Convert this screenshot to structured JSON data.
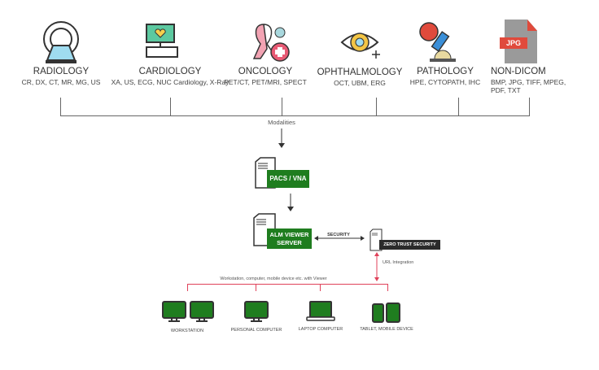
{
  "modalities": [
    {
      "title": "RADIOLOGY",
      "sub": "CR, DX, CT, MR, MG, US",
      "icon": "ct-scanner-icon"
    },
    {
      "title": "CARDIOLOGY",
      "sub": "XA, US, ECG, NUC Cardiology, X-Ray",
      "icon": "heart-monitor-icon"
    },
    {
      "title": "ONCOLOGY",
      "sub": "PET/CT, PET/MRI, SPECT",
      "icon": "ribbon-icon"
    },
    {
      "title": "OPHTHALMOLOGY",
      "sub": "OCT, UBM, ERG",
      "icon": "eye-icon"
    },
    {
      "title": "PATHOLOGY",
      "sub": "HPE, CYTOPATH, IHC",
      "icon": "microscope-icon"
    },
    {
      "title": "NON-DICOM",
      "sub": "BMP, JPG, TIFF, MPEG, PDF, TXT",
      "icon": "jpg-file-icon",
      "file_badge": "JPG"
    }
  ],
  "modalities_label": "Modalities",
  "pacs_label": "PACS / VNA",
  "alm_label": "ALM VIEWER SERVER",
  "security_label": "SECURITY",
  "zero_trust_label": "ZERO TRUST SECURITY",
  "url_integration_label": "URL Integration",
  "devices_caption": "Workstation, computer, mobile device etc. with Viewer",
  "devices": [
    {
      "label": "WORKSTATION"
    },
    {
      "label": "PERSONAL COMPUTER"
    },
    {
      "label": "LAPTOP COMPUTER"
    },
    {
      "label": "TABLET, MOBILE DEVICE"
    }
  ],
  "colors": {
    "green": "#1f7d1f",
    "dark": "#2b2b2b",
    "red": "#e0425a"
  }
}
